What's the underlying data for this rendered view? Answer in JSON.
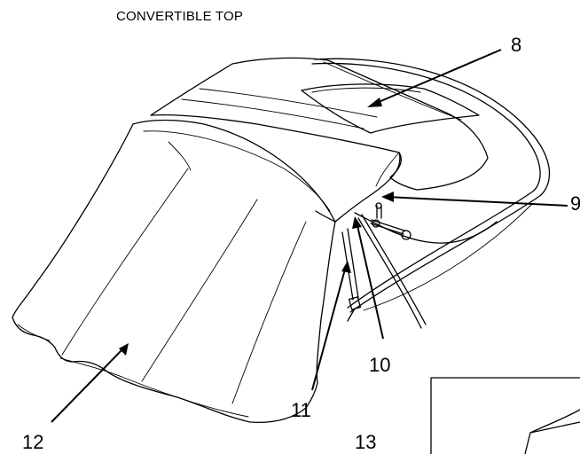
{
  "diagram": {
    "title": "CONVERTIBLE TOP",
    "callouts": {
      "c8": "8",
      "c9": "9",
      "c10": "10",
      "c11": "11",
      "c12": "12",
      "c13": "13"
    }
  },
  "colors": {
    "line": "#000000",
    "background": "#ffffff"
  }
}
